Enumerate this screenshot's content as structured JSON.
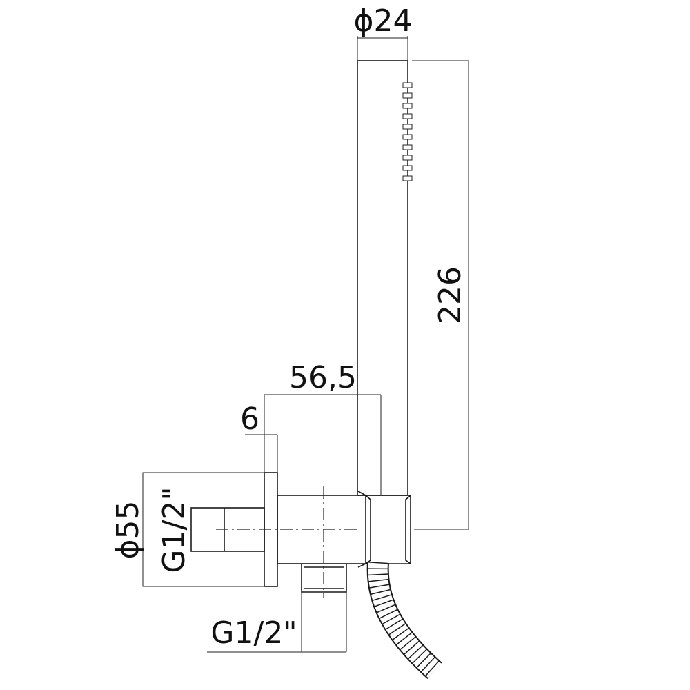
{
  "title": "Shower handset with wall elbow - dimensional drawing",
  "dimensions": {
    "handset_diameter": "ϕ24",
    "handset_length": "226",
    "projection": "56,5",
    "flange_thickness": "6",
    "flange_diameter": "ϕ55",
    "inlet_thread": "G1/2\"",
    "outlet_thread": "G1/2\""
  },
  "colors": {
    "line": "#1a1a1a",
    "background": "#ffffff"
  }
}
